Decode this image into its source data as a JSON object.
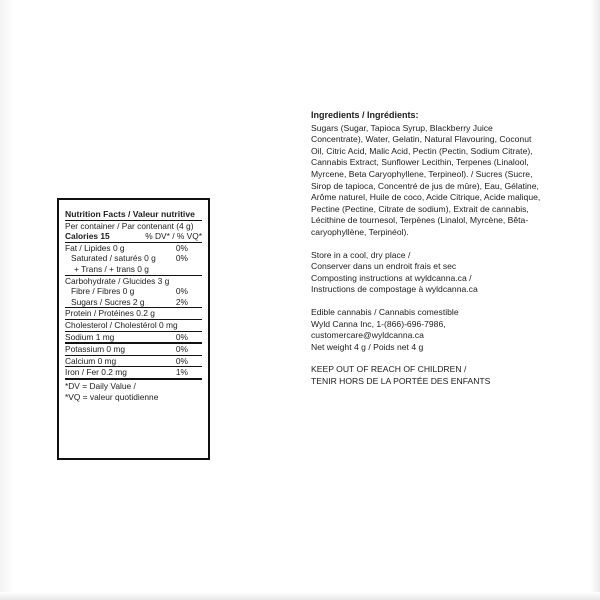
{
  "nutrition": {
    "title": "Nutrition Facts / Valeur nutritive",
    "serving": "Per container / Par contenant (4 g)",
    "calories_label": "Calories 15",
    "dv_header": "% DV* / % VQ*",
    "rows": [
      {
        "label": "Fat / Lipides 0 g",
        "pct": "0%"
      },
      {
        "label": "Saturated / saturés 0 g",
        "pct": "0%"
      },
      {
        "label": "+ Trans / + trans 0 g",
        "pct": ""
      },
      {
        "label": "Carbohydrate / Glucides 3 g",
        "pct": ""
      },
      {
        "label": "Fibre / Fibres 0 g",
        "pct": "0%"
      },
      {
        "label": "Sugars / Sucres 2 g",
        "pct": "2%"
      },
      {
        "label": "Protein / Protéines 0.2 g",
        "pct": ""
      },
      {
        "label": "Cholesterol / Cholestérol 0 mg",
        "pct": ""
      },
      {
        "label": "Sodium 1 mg",
        "pct": "0%"
      },
      {
        "label": "Potassium 0 mg",
        "pct": "0%"
      },
      {
        "label": "Calcium 0 mg",
        "pct": "0%"
      },
      {
        "label": "Iron / Fer 0.2 mg",
        "pct": "1%"
      }
    ],
    "footnote_1": "*DV = Daily Value /",
    "footnote_2": "*VQ = valeur quotidienne"
  },
  "ingredients": {
    "header": "Ingredients / Ingrédients:",
    "text": "Sugars (Sugar, Tapioca Syrup, Blackberry Juice Concentrate), Water, Gelatin, Natural Flavouring, Coconut Oil, Citric Acid, Malic Acid, Pectin (Pectin, Sodium Citrate), Cannabis Extract, Sunflower Lecithin, Terpenes (Linalool, Myrcene, Beta Caryophyllene, Terpineol). / Sucres (Sucre, Sirop de tapioca, Concentré de jus de mûre), Eau, Gélatine, Arôme naturel, Huile de coco, Acide Citrique, Acide malique, Pectine (Pectine, Citrate de sodium), Extrait de cannabis, Lécithine de tournesol, Terpènes (Linalol, Myrcène, Bêta-caryophyllène, Terpinéol)."
  },
  "storage": {
    "line1": "Store in a cool, dry place /",
    "line2": "Conserver dans un endroit frais et sec",
    "line3": "Composting instructions at wyldcanna.ca /",
    "line4": "Instructions de compostage à wyldcanna.ca"
  },
  "company": {
    "line1": "Edible cannabis / Cannabis comestible",
    "line2": "Wyld Canna Inc, 1-(866)-696-7986,",
    "line3": "customercare@wyldcanna.ca",
    "line4": "Net weight 4 g / Poids net 4 g"
  },
  "warning": {
    "line1": "KEEP OUT OF REACH OF CHILDREN /",
    "line2": "TENIR HORS DE LA PORTÉE DES ENFANTS"
  }
}
